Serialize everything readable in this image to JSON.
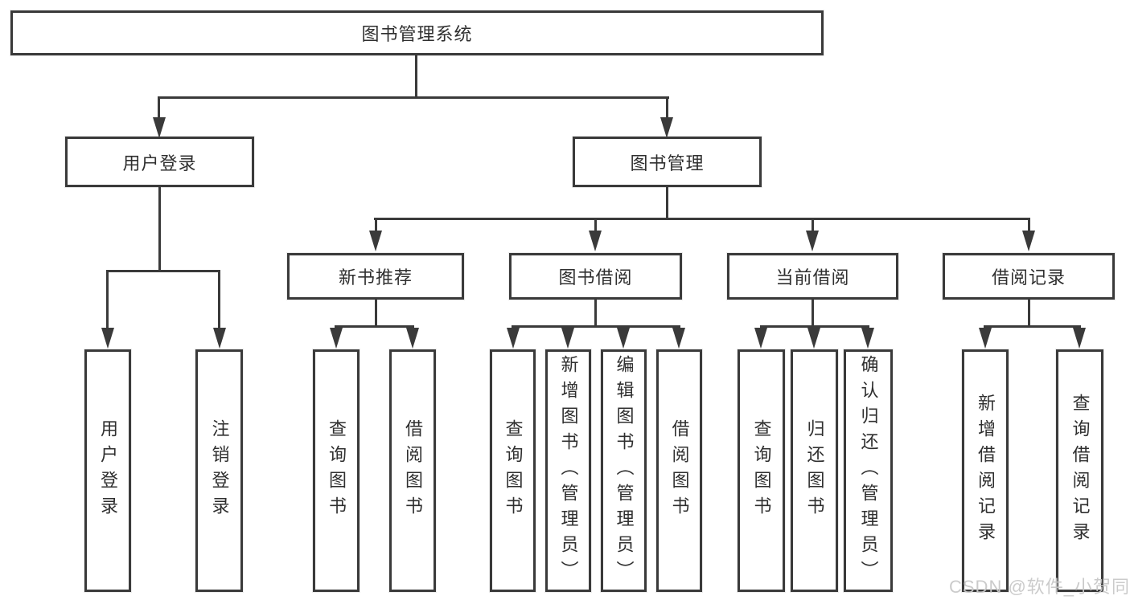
{
  "diagram": {
    "root": {
      "label": "图书管理系统"
    },
    "level2": [
      {
        "label": "用户登录"
      },
      {
        "label": "图书管理"
      }
    ],
    "level3": [
      {
        "label": "新书推荐"
      },
      {
        "label": "图书借阅"
      },
      {
        "label": "当前借阅"
      },
      {
        "label": "借阅记录"
      }
    ],
    "leaves": [
      {
        "label": "用户登录"
      },
      {
        "label": "注销登录"
      },
      {
        "label": "查询图书"
      },
      {
        "label": "借阅图书"
      },
      {
        "label": "查询图书"
      },
      {
        "label": "新增图书（管理员）"
      },
      {
        "label": "编辑图书（管理员）"
      },
      {
        "label": "借阅图书"
      },
      {
        "label": "查询图书"
      },
      {
        "label": "归还图书"
      },
      {
        "label": "确认归还（管理员）"
      },
      {
        "label": "新增借阅记录"
      },
      {
        "label": "查询借阅记录"
      }
    ]
  },
  "watermark": {
    "text": "CSDN @软件_小贺同学"
  },
  "colors": {
    "line": "#3a3a3a",
    "border": "#3a3a3a",
    "text": "#2f2f2f",
    "background": "#ffffff",
    "watermark": "#c9c9c9"
  }
}
